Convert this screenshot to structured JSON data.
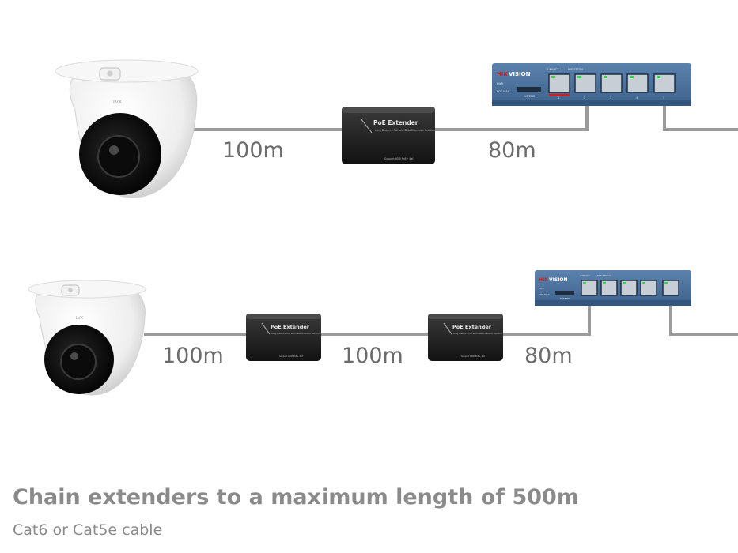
{
  "colors": {
    "cable": "#9b9b9b",
    "label": "#6b6b6b",
    "caption": "#8a8a8a",
    "switch_body": "#4a6f9a",
    "extender_body": "#1e1e1e",
    "brand_red": "#cc1f1f"
  },
  "devices": {
    "extender_title": "PoE Extender",
    "extender_tagline": "Long Distance PoE and Data Extension Solution",
    "extender_footer": "Support 60W PoE+ 4af",
    "switch_brand_prefix": "HIK",
    "switch_brand_suffix": "VISION",
    "switch_power_label": "PWR",
    "switch_poe_label": "POE MAX",
    "switch_mode_label": "EXTEND",
    "switch_poe_status": "POE STATUS",
    "switch_link": "LINK/ACT",
    "switch_port_1": "1",
    "switch_port_2": "2",
    "switch_port_3": "3",
    "switch_port_4": "4",
    "switch_uplink": "5",
    "camera_brand": "LVX"
  },
  "rows": [
    {
      "segments": [
        "100m",
        "80m"
      ]
    },
    {
      "segments": [
        "100m",
        "100m",
        "80m"
      ]
    }
  ],
  "caption": {
    "title": "Chain extenders to a maximum length of 500m",
    "subtitle": "Cat6 or Cat5e cable"
  }
}
